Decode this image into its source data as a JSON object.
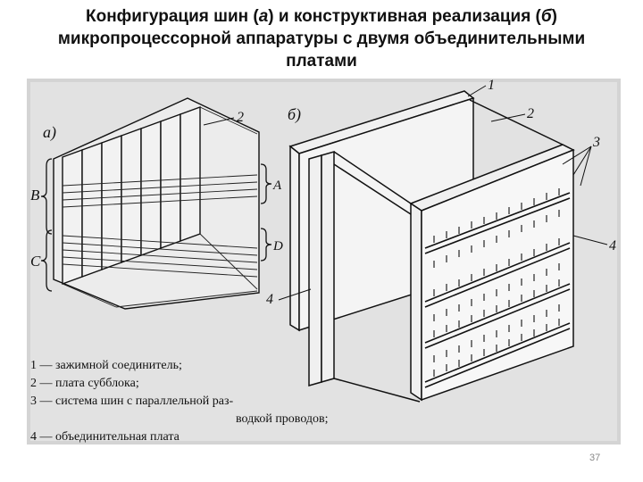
{
  "slide": {
    "title_part1": "Конфигурация шин (",
    "title_a": "а",
    "title_part2": ") и конструктивная реализация (",
    "title_b": "б",
    "title_part3": ")",
    "title_line2": "микропроцессорной аппаратуры с двумя объединительными",
    "title_line3": "платами",
    "page_number": "37"
  },
  "figure": {
    "label_a": "а)",
    "label_b": "б)",
    "bus_labels": {
      "B": "B",
      "C": "C",
      "A": "A",
      "D": "D"
    },
    "callouts": {
      "c1": "1",
      "c2a": "2",
      "c2b": "2",
      "c3": "3",
      "c4a": "4",
      "c4b": "4"
    }
  },
  "legend": {
    "item1": "1 — зажимной  соединитель;",
    "item2": "2 — плата  субблока;",
    "item3": "3 — система   шин   с   параллельной   раз-",
    "item3_cont": "водкой  проводов;",
    "item4": "4  —  объединительная  плата"
  }
}
